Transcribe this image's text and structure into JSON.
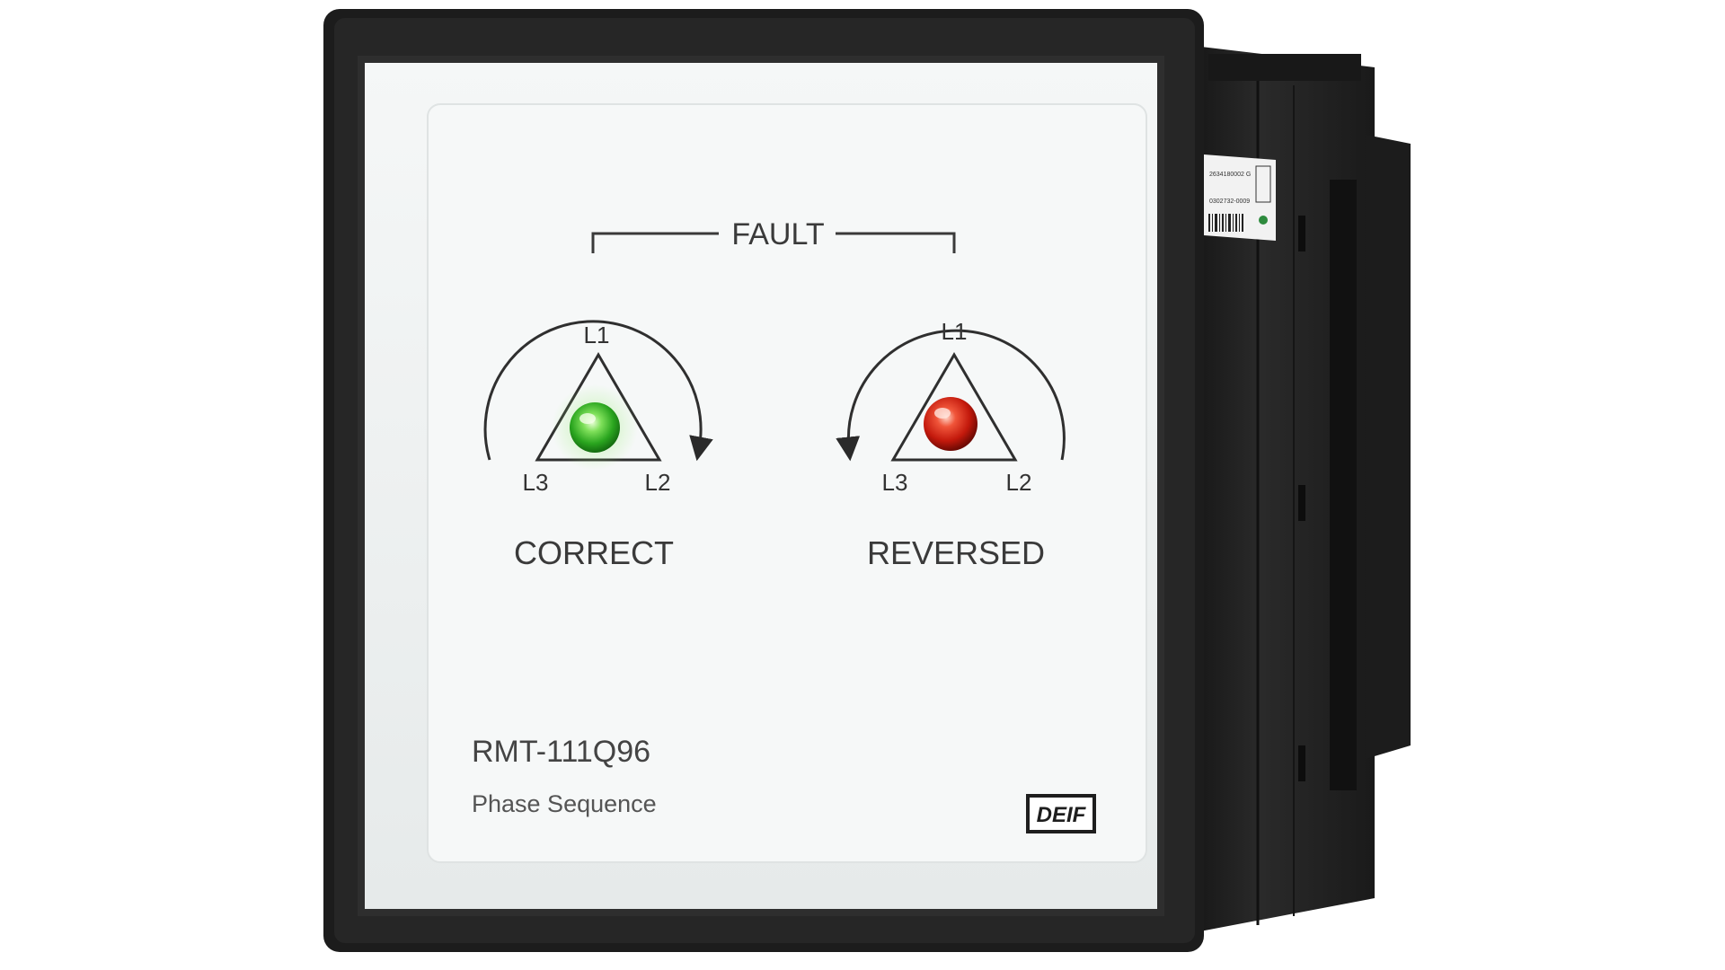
{
  "device": {
    "fault_label": "FAULT",
    "correct_indicator": {
      "top_label": "L1",
      "left_label": "L3",
      "right_label": "L2",
      "caption": "CORRECT",
      "led_color": "#2fb52a"
    },
    "reversed_indicator": {
      "top_label": "L1",
      "left_label": "L3",
      "right_label": "L2",
      "caption": "REVERSED",
      "led_color": "#d81e10"
    },
    "model": "RMT-111Q96",
    "description": "Phase Sequence",
    "brand_logo": "DEIF",
    "side_label_line1": "2634180002 G",
    "side_label_line2": "0302732-0009"
  },
  "colors": {
    "bezel": "#1b1b1b",
    "housing": "#222222",
    "face": "#f4f6f6",
    "glass": "#eef1f1",
    "print": "#3a3a3a"
  }
}
